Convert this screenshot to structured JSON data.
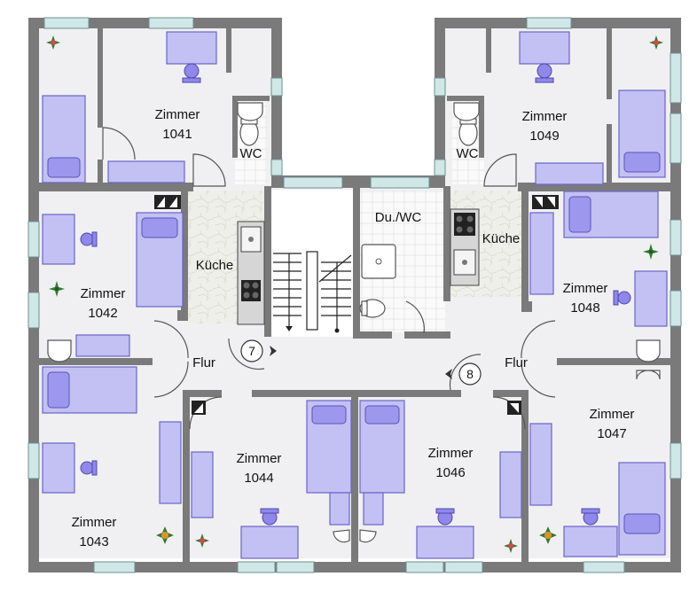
{
  "rooms": {
    "r1041": {
      "name": "Zimmer",
      "number": "1041"
    },
    "r1042": {
      "name": "Zimmer",
      "number": "1042"
    },
    "r1043": {
      "name": "Zimmer",
      "number": "1043"
    },
    "r1044": {
      "name": "Zimmer",
      "number": "1044"
    },
    "r1046": {
      "name": "Zimmer",
      "number": "1046"
    },
    "r1047": {
      "name": "Zimmer",
      "number": "1047"
    },
    "r1048": {
      "name": "Zimmer",
      "number": "1048"
    },
    "r1049": {
      "name": "Zimmer",
      "number": "1049"
    }
  },
  "service": {
    "wc_left": "WC",
    "wc_right": "WC",
    "kitchen_left": "Küche",
    "kitchen_right": "Küche",
    "bath": "Du./WC",
    "hall_left": "Flur",
    "hall_right": "Flur"
  },
  "markers": {
    "left": "7",
    "right": "8"
  },
  "colors": {
    "wall": "#7a7a7a",
    "furniture": "#c3c0f4",
    "furniture_outline": "#6a64c8",
    "window": "#cfe7e7",
    "floor": "#f0f0f2"
  }
}
